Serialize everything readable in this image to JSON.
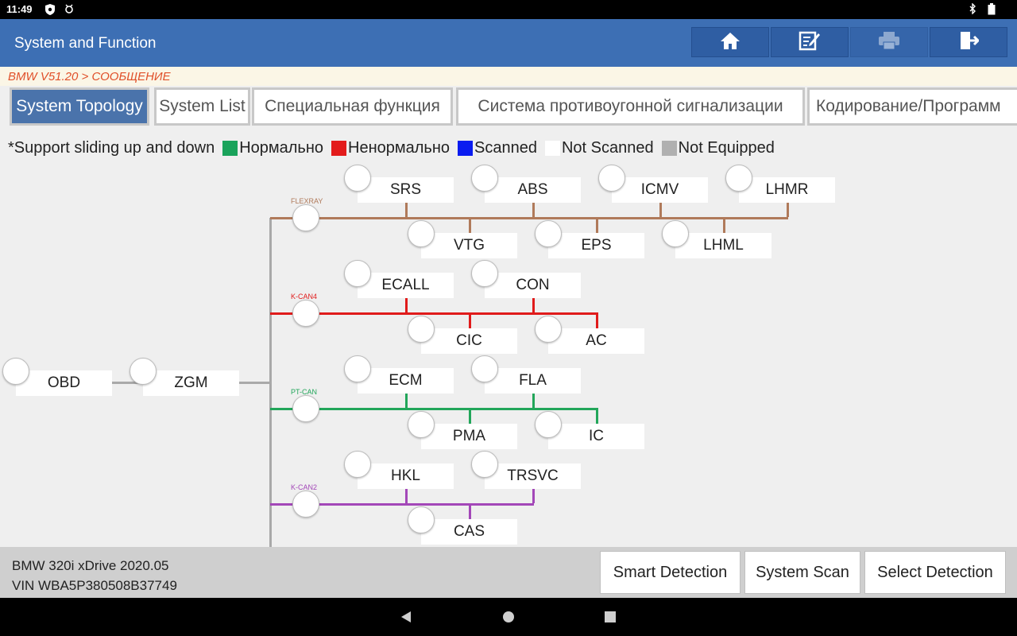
{
  "status_bar": {
    "time": "11:49"
  },
  "header": {
    "title": "System and Function"
  },
  "toolbar": {
    "home_icon": "home-icon",
    "report_icon": "edit-report-icon",
    "print_icon": "printer-icon",
    "exit_icon": "exit-icon"
  },
  "breadcrumb": "BMW V51.20 > СООБЩЕНИЕ",
  "tabs": [
    {
      "label": "System Topology"
    },
    {
      "label": "System List"
    },
    {
      "label": "Специальная функция"
    },
    {
      "label": "Система противоугонной сигнализации"
    },
    {
      "label": "Кодирование/Программ"
    }
  ],
  "legend": {
    "hint": "*Support sliding up and down",
    "items": [
      {
        "label": "Нормально",
        "color": "#1aa35b"
      },
      {
        "label": "Ненормально",
        "color": "#e31c1c"
      },
      {
        "label": "Scanned",
        "color": "#0a1cf0"
      },
      {
        "label": "Not Scanned",
        "color": "#ffffff"
      },
      {
        "label": "Not Equipped",
        "color": "#b0b0b0"
      }
    ]
  },
  "topology": {
    "gateway": {
      "obd": "OBD",
      "zgm": "ZGM"
    },
    "buses": [
      {
        "name": "FLEXRAY",
        "color": "#b07a5a",
        "modules_top": [
          "SRS",
          "ABS",
          "ICMV",
          "LHMR"
        ],
        "modules_bottom": [
          "VTG",
          "EPS",
          "LHML"
        ]
      },
      {
        "name": "K-CAN4",
        "color": "#e01b1b",
        "modules_top": [
          "ECALL",
          "CON"
        ],
        "modules_bottom": [
          "CIC",
          "AC"
        ]
      },
      {
        "name": "PT-CAN",
        "color": "#22a65a",
        "modules_top": [
          "ECM",
          "FLA"
        ],
        "modules_bottom": [
          "PMA",
          "IC"
        ]
      },
      {
        "name": "K-CAN2",
        "color": "#a347b8",
        "modules_top": [
          "HKL",
          "TRSVC"
        ],
        "modules_bottom": [
          "CAS"
        ]
      }
    ]
  },
  "footer": {
    "vehicle": "BMW 320i xDrive 2020.05",
    "vin": "VIN WBA5P380508B37749",
    "buttons": {
      "smart": "Smart Detection",
      "scan": "System Scan",
      "select": "Select Detection"
    }
  }
}
